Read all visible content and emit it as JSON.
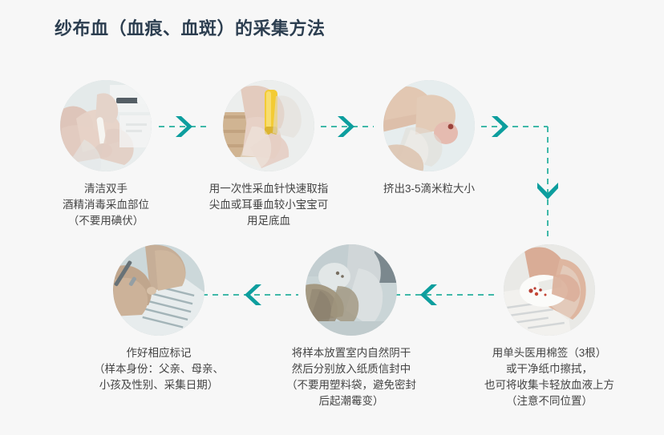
{
  "page": {
    "title": "纱布血（血痕、血斑）的采集方法",
    "background_color": "#f7f7f7",
    "title_color": "#2c3e50",
    "caption_color": "#444444",
    "accent_color": "#0d9e9e"
  },
  "steps": [
    {
      "id": 1,
      "caption": "清洁双手\n酒精消毒采血部位\n（不要用碘伏）",
      "photo_alt": "gloved-hands-alcohol-swab-photo"
    },
    {
      "id": 2,
      "caption": "用一次性采血针快速取指\n尖血或耳垂血较小宝宝可\n用足底血",
      "photo_alt": "yellow-lancet-finger-prick-photo"
    },
    {
      "id": 3,
      "caption": "挤出3-5滴米粒大小",
      "photo_alt": "blood-drop-on-fingertip-photo"
    },
    {
      "id": 4,
      "caption": "用单头医用棉签（3根）\n或干净纸巾擦拭，\n也可将收集卡轻放血液上方\n（注意不同位置）",
      "photo_alt": "blood-collection-card-photo"
    },
    {
      "id": 5,
      "caption": "将样本放置室内自然阴干\n然后分别放入纸质信封中\n（不要用塑料袋，避免密封\n后起潮霉变）",
      "photo_alt": "air-drying-sample-photo"
    },
    {
      "id": 6,
      "caption": "作好相应标记\n（样本身份：父亲、母亲、\n小孩及性别、采集日期）",
      "photo_alt": "writing-labels-on-form-photo"
    }
  ],
  "connectors": [
    {
      "name": "arrow-step1-to-step2",
      "direction": "right"
    },
    {
      "name": "arrow-step2-to-step3",
      "direction": "right"
    },
    {
      "name": "arrow-step3-to-step4",
      "direction": "right-then-down"
    },
    {
      "name": "arrow-step4-to-step5",
      "direction": "left"
    },
    {
      "name": "arrow-step5-to-step6",
      "direction": "left"
    }
  ]
}
